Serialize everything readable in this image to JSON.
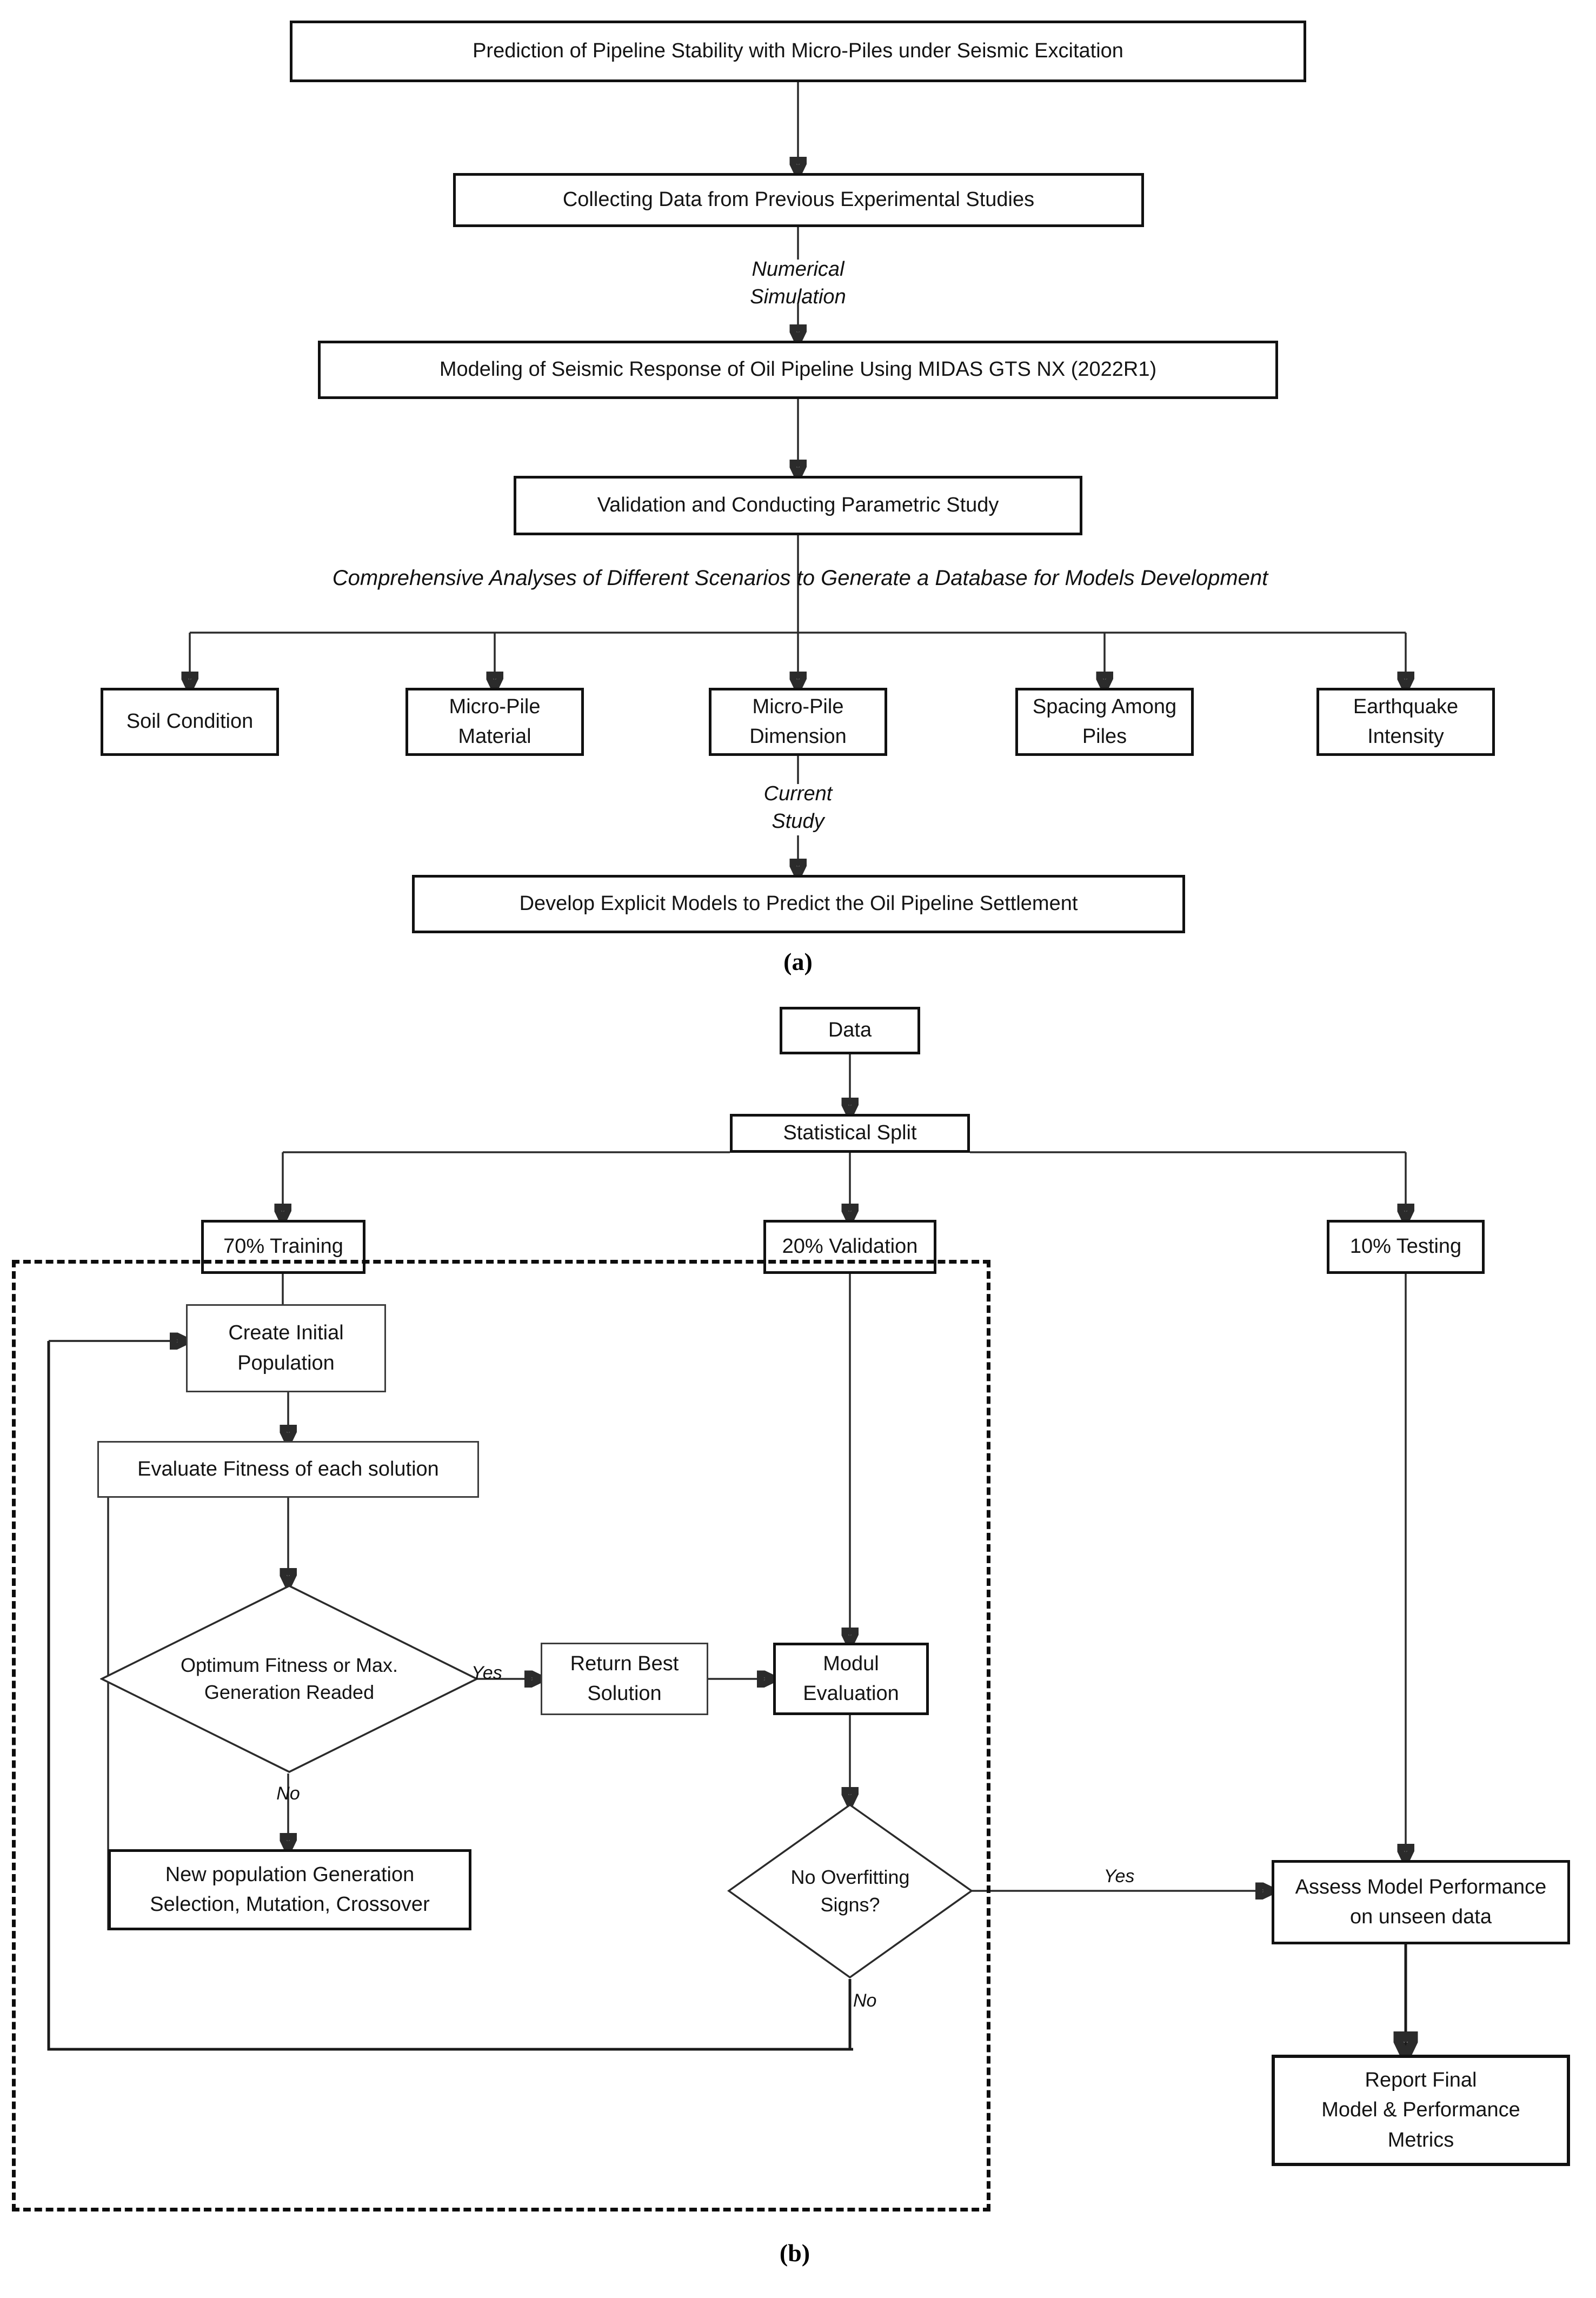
{
  "panel_a": {
    "caption": "(a)",
    "nodes": {
      "title": "Prediction of Pipeline Stability with Micro-Piles under Seismic Excitation",
      "collect": "Collecting Data from Previous Experimental Studies",
      "modeling": "Modeling of Seismic Response of Oil Pipeline Using MIDAS GTS NX (2022R1)",
      "validation": "Validation and Conducting Parametric Study",
      "develop": "Develop Explicit Models to Predict the Oil Pipeline Settlement"
    },
    "edge_labels": {
      "numerical_simulation": "Numerical\nSimulation",
      "comprehensive": "Comprehensive Analyses of Different Scenarios to Generate a Database for Models Development",
      "current_study": "Current\nStudy"
    },
    "parameters": [
      "Soil Condition",
      "Micro-Pile\nMaterial",
      "Micro-Pile\nDimension",
      "Spacing Among\nPiles",
      "Earthquake\nIntensity"
    ]
  },
  "panel_b": {
    "caption": "(b)",
    "nodes": {
      "data": "Data",
      "split": "Statistical Split",
      "training": "70% Training",
      "validation": "20% Validation",
      "testing": "10% Testing",
      "create_population": "Create Initial\nPopulation",
      "evaluate_fitness": "Evaluate Fitness of each solution",
      "return_best": "Return Best\nSolution",
      "modul_evaluation": "Modul\nEvaluation",
      "new_population": "New population Generation\nSelection, Mutation, Crossover",
      "assess_model": "Assess Model Performance\non unseen data",
      "report_final": "Report Final\nModel & Performance\nMetrics"
    },
    "decisions": {
      "optimum_fitness": "Optimum Fitness or Max.\nGeneration Readed",
      "no_overfitting": "No Overfitting\nSigns?"
    },
    "edge_labels": {
      "yes_fitness": "Yes",
      "no_fitness": "No",
      "yes_overfitting": "Yes",
      "no_overfitting": "No"
    }
  },
  "colors": {
    "stroke": "#2b2b2b",
    "box_border": "#3c3c3c",
    "text": "#141414",
    "dashed_border": "#0d0d0d",
    "background": "#ffffff"
  }
}
